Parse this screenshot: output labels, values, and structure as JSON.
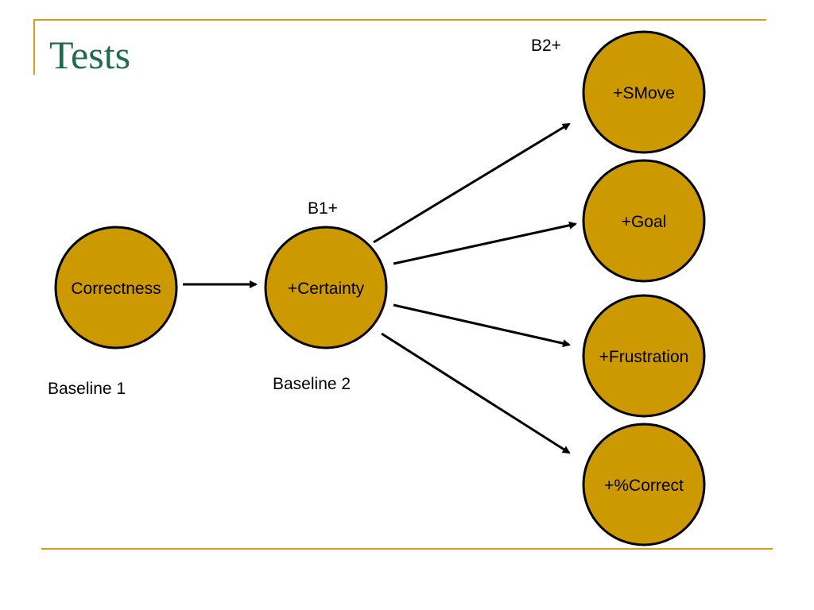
{
  "slide": {
    "title": "Tests"
  },
  "diagram": {
    "node_fill": "#cc9900",
    "node_stroke": "#000000",
    "nodes": [
      {
        "id": "correctness",
        "label": "Correctness"
      },
      {
        "id": "certainty",
        "label": "+Certainty"
      },
      {
        "id": "smove",
        "label": "+SMove"
      },
      {
        "id": "goal",
        "label": "+Goal"
      },
      {
        "id": "frustration",
        "label": "+Frustration"
      },
      {
        "id": "pct-correct",
        "label": "+%Correct"
      }
    ],
    "captions": {
      "baseline1": "Baseline 1",
      "baseline2": "Baseline 2",
      "b1plus": "B1+",
      "b2plus": "B2+"
    },
    "edges": [
      {
        "from": "correctness",
        "to": "certainty"
      },
      {
        "from": "certainty",
        "to": "smove"
      },
      {
        "from": "certainty",
        "to": "goal"
      },
      {
        "from": "certainty",
        "to": "frustration"
      },
      {
        "from": "certainty",
        "to": "pct-correct"
      }
    ]
  }
}
